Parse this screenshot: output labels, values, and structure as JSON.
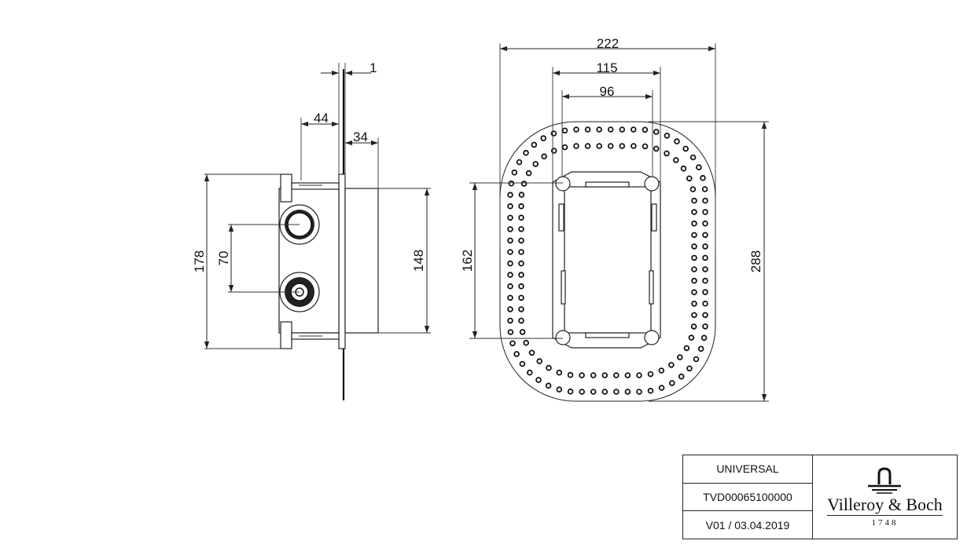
{
  "dimensions": {
    "overall_width": "222",
    "frame_width": "115",
    "inner_width": "96",
    "overall_height": "288",
    "frame_height": "162",
    "side_depth_flange": "1",
    "side_depth_body": "44",
    "side_depth_rear": "34",
    "side_height_total": "178",
    "side_port_spacing": "70",
    "side_height_body": "148"
  },
  "title_block": {
    "product": "UNIVERSAL",
    "drawing_number": "TVD00065100000",
    "revision": "V01 / 03.04.2019"
  },
  "brand": {
    "name": "Villeroy & Boch",
    "year": "1748"
  }
}
